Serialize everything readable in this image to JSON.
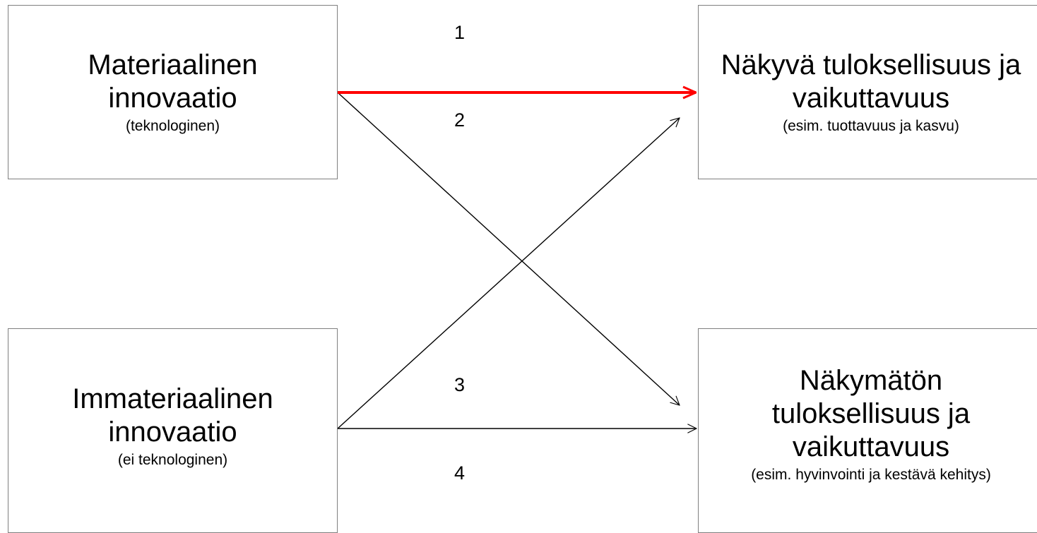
{
  "boxes": {
    "material": {
      "title_line1": "Materiaalinen",
      "title_line2": "innovaatio",
      "subtitle": "(teknologinen)"
    },
    "immaterial": {
      "title_line1": "Immateriaalinen",
      "title_line2": "innovaatio",
      "subtitle": "(ei teknologinen)"
    },
    "visible": {
      "title_line1": "Näkyvä tuloksellisuus ja",
      "title_line2": "vaikuttavuus",
      "subtitle": "(esim. tuottavuus ja kasvu)"
    },
    "invisible": {
      "title_line1": "Näkymätön",
      "title_line2": "tuloksellisuus ja",
      "title_line3": "vaikuttavuus",
      "subtitle": "(esim. hyvinvointi ja kestävä kehitys)"
    }
  },
  "arrow_labels": {
    "a1": "1",
    "a2": "2",
    "a3": "3",
    "a4": "4"
  },
  "colors": {
    "highlight_arrow": "#ff0000",
    "normal_arrow": "#000000",
    "box_border": "#7f7f7f"
  }
}
